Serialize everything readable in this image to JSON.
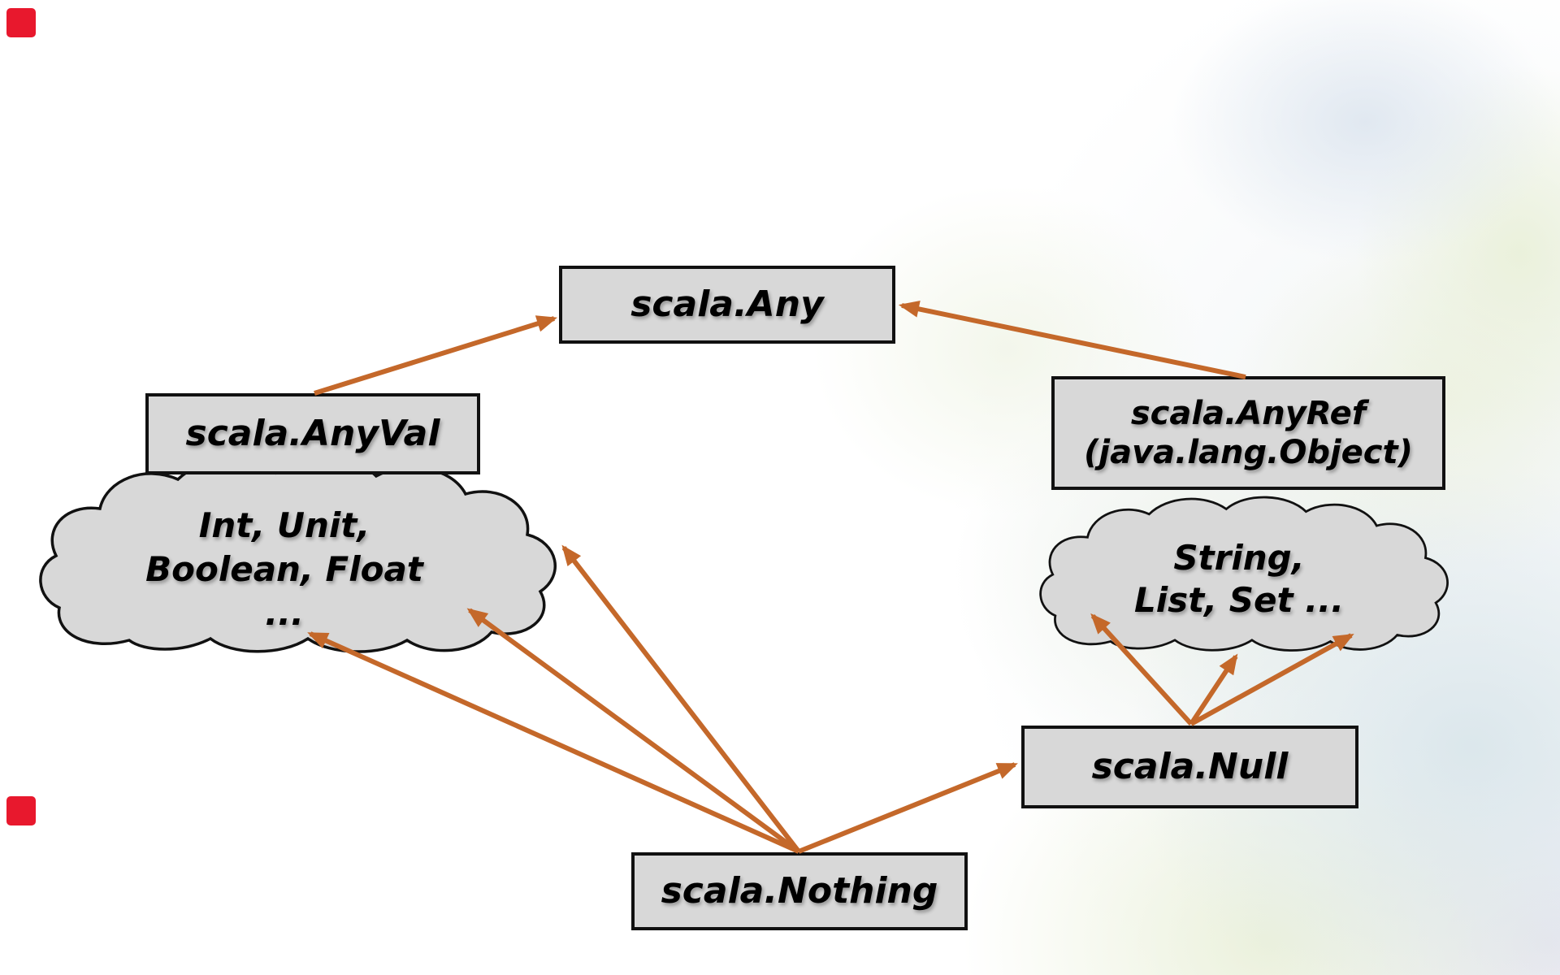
{
  "nodes": {
    "any": {
      "label": "scala.Any"
    },
    "anyval": {
      "label": "scala.AnyVal"
    },
    "anyref": {
      "line1": "scala.AnyRef",
      "line2": "(java.lang.Object)"
    },
    "null": {
      "label": "scala.Null"
    },
    "nothing": {
      "label": "scala.Nothing"
    }
  },
  "clouds": {
    "value_types": {
      "line1": "Int, Unit,",
      "line2": "Boolean, Float",
      "line3": "..."
    },
    "ref_types": {
      "line1": "String,",
      "line2": "List, Set ..."
    }
  },
  "edges": [
    {
      "from": "scala.AnyVal",
      "to": "scala.Any",
      "count": 1
    },
    {
      "from": "scala.AnyRef (java.lang.Object)",
      "to": "scala.Any",
      "count": 1
    },
    {
      "from": "scala.Nothing",
      "to": "value types cloud",
      "count": 3
    },
    {
      "from": "scala.Nothing",
      "to": "scala.Null",
      "count": 1
    },
    {
      "from": "scala.Null",
      "to": "reference types cloud",
      "count": 3
    }
  ],
  "colors": {
    "arrow": "#c4682a",
    "node_fill": "#d8d8d8",
    "node_border": "#111111",
    "corner_mark": "#e8182d",
    "background": "#ffffff"
  }
}
